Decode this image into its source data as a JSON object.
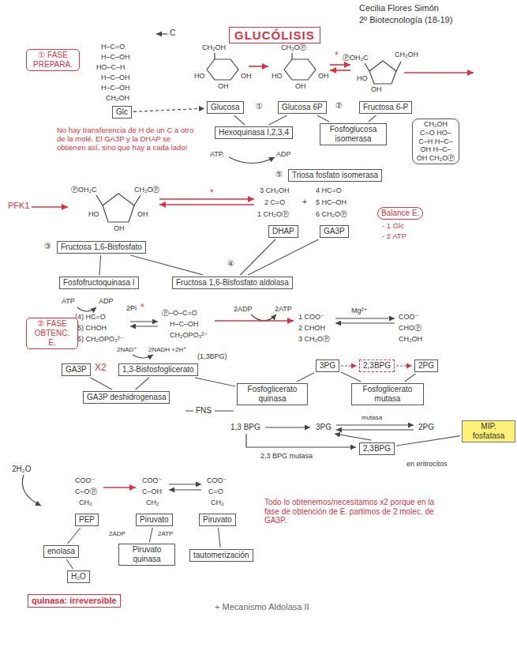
{
  "diagram": {
    "title": "GLUCÓLISIS",
    "nodes": [
      {
        "text": [
          "① FASE PREPARA."
        ]
      },
      {
        "text": [
          "Glc"
        ]
      },
      {
        "text": [
          "Glucosa"
        ]
      },
      {
        "text": [
          "Glucosa 6P"
        ]
      },
      {
        "text": [
          "Fructosa 6-P"
        ]
      },
      {
        "text": [
          "Hexoquinasa I,2,3,4"
        ]
      },
      {
        "text": [
          "Fosfoglucosa isomerasa"
        ]
      },
      {
        "text": [
          "CH₂OH C=O HO–C–H H–C–OH H–C–OH CH₂OⓅ"
        ]
      },
      {
        "text": [
          "Triosa fosfato isomerasa"
        ]
      },
      {
        "text": [
          "Fructosa 1,6-Bisfosfato"
        ]
      },
      {
        "text": [
          "DHAP"
        ]
      },
      {
        "text": [
          "GA3P"
        ]
      },
      {
        "text": [
          "Balance E."
        ]
      },
      {
        "text": [
          "Fosfofructoquinasa I"
        ]
      },
      {
        "text": [
          "Fructosa 1,6-Bisfosfato aldolasa"
        ]
      },
      {
        "text": [
          "② FASE OBTENC. E."
        ]
      },
      {
        "text": [
          "GA3P"
        ]
      },
      {
        "text": [
          "1,3-Bisfosfoglicerato"
        ]
      },
      {
        "text": [
          "3PG"
        ]
      },
      {
        "text": [
          "2,3BPG"
        ]
      },
      {
        "text": [
          "2PG"
        ]
      },
      {
        "text": [
          "GA3P deshidrogenasa"
        ]
      },
      {
        "text": [
          "Fosfoglicerato quinasa"
        ]
      },
      {
        "text": [
          "Fosfoglicerato mutasa"
        ]
      },
      {
        "text": [
          "MIP. fosfatasa"
        ]
      },
      {
        "text": [
          "2,3BPG"
        ]
      },
      {
        "text": [
          "PEP"
        ]
      },
      {
        "text": [
          "Piruvato"
        ]
      },
      {
        "text": [
          "Piruvato"
        ]
      },
      {
        "text": [
          "enolasa"
        ]
      },
      {
        "text": [
          "Piruvato quinasa"
        ]
      },
      {
        "text": [
          "tautomerización"
        ]
      },
      {
        "text": [
          "H₂O"
        ]
      },
      {
        "text": [
          "quinasa: irreversible"
        ]
      }
    ],
    "edges": [
      {
        "from": 1,
        "to": 2,
        "arrow": "to"
      },
      {
        "from": 5,
        "to": 2,
        "arrow": "none"
      },
      {
        "from": 5,
        "to": 3,
        "arrow": "none"
      },
      {
        "from": 6,
        "to": 3,
        "arrow": "none"
      },
      {
        "from": 6,
        "to": 4,
        "arrow": "none"
      },
      {
        "from": 13,
        "to": 9,
        "arrow": "none"
      },
      {
        "from": 14,
        "to": 9,
        "arrow": "none"
      },
      {
        "from": 14,
        "to": 10,
        "arrow": "none"
      },
      {
        "from": 14,
        "to": 11,
        "arrow": "none"
      },
      {
        "from": 21,
        "to": 16,
        "arrow": "none"
      },
      {
        "from": 21,
        "to": 17,
        "arrow": "none"
      },
      {
        "from": 22,
        "to": 17,
        "arrow": "none"
      },
      {
        "from": 22,
        "to": 18,
        "arrow": "none"
      },
      {
        "from": 18,
        "to": 19,
        "arrow": "to"
      },
      {
        "from": 19,
        "to": 20,
        "arrow": "to"
      },
      {
        "from": 23,
        "to": 18,
        "arrow": "none"
      },
      {
        "from": 23,
        "to": 20,
        "arrow": "none"
      },
      {
        "from": 24,
        "to": 25,
        "arrow": "none"
      },
      {
        "from": 29,
        "to": 26,
        "arrow": "none"
      },
      {
        "from": 32,
        "to": 29,
        "arrow": "none"
      },
      {
        "from": 30,
        "to": 27,
        "arrow": "none"
      },
      {
        "from": 31,
        "to": 28,
        "arrow": "none"
      }
    ],
    "labels": [
      "Cecilia Flores Simón",
      "2º Biotecnología (18-19)",
      "C",
      "H–C=O",
      "H–C–OH",
      "HO–C–H",
      "H–C–OH",
      "H–C–OH",
      "CH₂OH",
      "CH₂OH",
      "OH",
      "HO",
      "OH",
      "CH₂OⓅ",
      "OH",
      "HO",
      "OH",
      "ⓅOH₂C",
      "CH₂OH",
      "OH",
      "HO",
      "*",
      "①",
      "②",
      "ATP.",
      "ADP",
      "⑤",
      "No hay transferencia de H de un C a otro de la molé. El GA3P y la DHAP se obtienen así, sino que hay a cada lado!",
      "PFK1",
      "ⓅOH₂C",
      "CH₂OⓅ",
      "OH",
      "HO",
      "OH",
      "③",
      "*",
      "3 CH₂OH",
      "2 C=O",
      "1 CH₂OⓅ",
      "+",
      "4 HC=O",
      "5 HC–OH",
      "6 CH₂OⓅ",
      "- 1 Glc",
      "- 2 ATP",
      "④",
      "ATP",
      "ADP",
      "(4) HC=O",
      "(5) CHOH",
      "(6) CH₂OPO₃²⁻",
      "2Pi",
      "*",
      "2NAD⁺",
      "2NADH +2H⁺",
      "Ⓟ–O–C=O",
      "H–C–OH",
      "CH₂OPO₃²⁻",
      "(1,3BPG)",
      "X2",
      "2ADP",
      "2ATP",
      "1 COO⁻",
      "2 CHOH",
      "3 CH₂OⓅ",
      "Mg²⁺",
      "COO⁻",
      "CHOⓅ",
      "CH₂OH",
      "FNS",
      "1,3 BPG",
      "3PG",
      "2PG",
      "mutasa",
      "2,3 BPG mutasa",
      "en eritrocitos",
      "2H₂O",
      "COO⁻",
      "C–OⓅ",
      "CH₂",
      "COO⁻",
      "C–OH",
      "CH₂",
      "COO⁻",
      "C=O",
      "CH₃",
      "2ADP",
      "2ATP",
      "Todo lo obtenemos/necesitamos x2 porque en la fase de obtención de E. partimos de 2 molec. de GA3P.",
      "+ Mecanismo Aldolasa II"
    ]
  }
}
